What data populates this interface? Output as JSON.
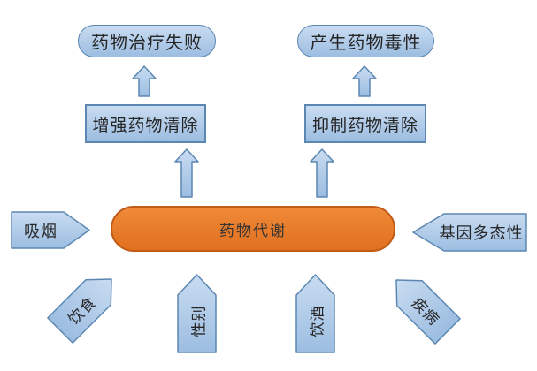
{
  "diagram": {
    "center_node": {
      "label": "药物代谢"
    },
    "outcomes": [
      {
        "label": "药物治疗失败"
      },
      {
        "label": "产生药物毒性"
      }
    ],
    "processes": [
      {
        "label": "增强药物清除"
      },
      {
        "label": "抑制药物清除"
      }
    ],
    "factors": [
      {
        "label": "吸烟",
        "points": "right"
      },
      {
        "label": "基因多态性",
        "points": "left"
      },
      {
        "label": "饮食",
        "points": "up-right"
      },
      {
        "label": "性别",
        "points": "up"
      },
      {
        "label": "饮酒",
        "points": "up"
      },
      {
        "label": "疾病",
        "points": "up-left"
      }
    ],
    "colors": {
      "shape_fill": "#a9c6e8",
      "shape_fill_light": "#c9dcf1",
      "shape_fill_dark": "#9cbde1",
      "shape_border": "#5b87b2",
      "accent_fill": "#e87e2e",
      "accent_fill_light": "#ef8a38",
      "accent_fill_dark": "#e0701f",
      "accent_border": "#bf5b16",
      "text": "#262626",
      "background": "#ffffff"
    }
  }
}
